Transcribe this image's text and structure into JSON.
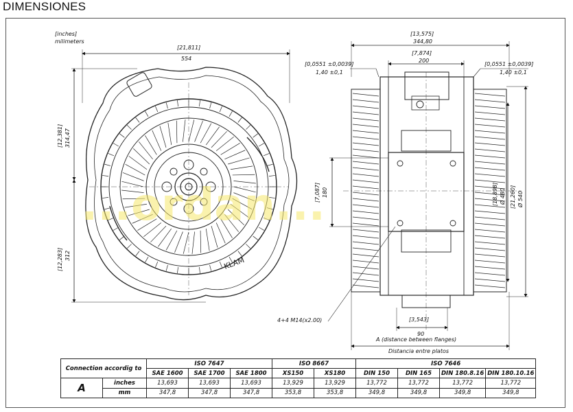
{
  "title": "DIMENSIONES",
  "units": {
    "line1": "[inches]",
    "line2": "milimeters"
  },
  "front_view": {
    "width_in": "[21,811]",
    "width_mm": "554",
    "upper_height_in": "[12,381]",
    "upper_height_mm": "314,47",
    "lower_height_in": "[12,283]",
    "lower_height_mm": "312",
    "brand": "KLAM"
  },
  "side_view": {
    "overall_in": "[13,575]",
    "overall_mm": "344,80",
    "center_in": "[7,874]",
    "center_mm": "200",
    "left_gap_in": "[0,0551 ±0,0039]",
    "left_gap_mm": "1,40 ±0,1",
    "right_gap_in": "[0,0551 ±0,0039]",
    "right_gap_mm": "1,40 ±0,1",
    "hub_in": "[7,087]",
    "hub_mm": "180",
    "inner_dia_in": "[18,898]",
    "inner_dia_mm": "Ø 480",
    "outer_dia_in": "[21,260]",
    "outer_dia_mm": "Ø 540",
    "bolt_label": "4+4 M14(x2.00)",
    "bottom_in": "[3,543]",
    "bottom_mm": "90",
    "flange_en": "A (distance between flanges)",
    "flange_es": "Distancia entre platos"
  },
  "watermark": "...ordan...",
  "table": {
    "connection_label": "Connection accordig to",
    "row_label": "A",
    "groups": [
      {
        "name": "ISO 7647",
        "span": 3
      },
      {
        "name": "ISO 8667",
        "span": 2
      },
      {
        "name": "ISO 7646",
        "span": 4
      }
    ],
    "columns": [
      "SAE 1600",
      "SAE 1700",
      "SAE 1800",
      "XS150",
      "XS180",
      "DIN 150",
      "DIN 165",
      "DIN 180.8.16",
      "DIN 180.10.16"
    ],
    "rows": [
      {
        "unit": "inches",
        "values": [
          "13,693",
          "13,693",
          "13,693",
          "13,929",
          "13,929",
          "13,772",
          "13,772",
          "13,772",
          "13,772"
        ]
      },
      {
        "unit": "mm",
        "values": [
          "347,8",
          "347,8",
          "347,8",
          "353,8",
          "353,8",
          "349,8",
          "349,8",
          "349,8",
          "349,8"
        ]
      }
    ]
  }
}
